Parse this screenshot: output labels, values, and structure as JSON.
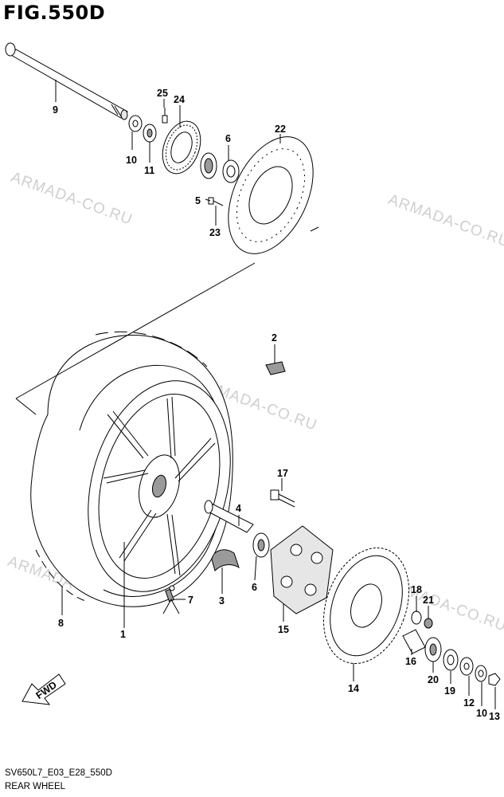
{
  "figure": {
    "title": "FIG.550D",
    "model_code": "SV650L7_E03_E28_550D",
    "name": "REAR WHEEL",
    "direction_label": "FWD"
  },
  "watermarks": [
    "ARMADA-CO.RU",
    "ARMADA-CO.RU",
    "ARMADA-CO.RU",
    "ARMADA-CO.RU",
    "ARMADA-CO.RU"
  ],
  "callouts": [
    "9",
    "25",
    "24",
    "6",
    "22",
    "10",
    "11",
    "5",
    "23",
    "2",
    "17",
    "4",
    "6",
    "3",
    "7",
    "1",
    "8",
    "15",
    "18",
    "21",
    "16",
    "20",
    "19",
    "12",
    "10",
    "13",
    "14"
  ],
  "colors": {
    "line": "#000000",
    "watermark": "#cfcfcf",
    "fill_dark": "#9a9a9a",
    "fill_light": "#e6e6e6",
    "background": "#ffffff"
  }
}
